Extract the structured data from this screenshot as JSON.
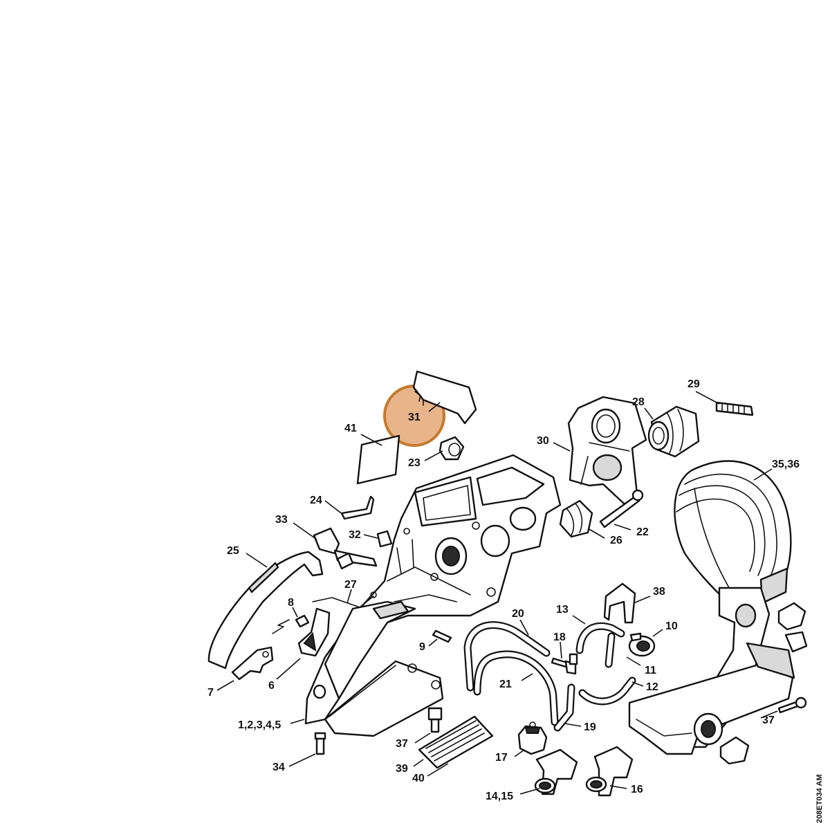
{
  "highlight": {
    "part": "31",
    "color": "#c47a2e",
    "fill": "#e8b48a"
  },
  "labels": {
    "l41": "41",
    "l31": "31",
    "l23": "23",
    "l24": "24",
    "l33": "33",
    "l32": "32",
    "l25": "25",
    "l27": "27",
    "l8": "8",
    "l6": "6",
    "l7": "7",
    "l9": "9",
    "l1_5": "1,2,3,4,5",
    "l34": "34",
    "l37a": "37",
    "l39": "39",
    "l40": "40",
    "l30": "30",
    "l28": "28",
    "l29": "29",
    "l26": "26",
    "l22": "22",
    "l35_36": "35,36",
    "l20": "20",
    "l13": "13",
    "l18": "18",
    "l10": "10",
    "l11": "11",
    "l12": "12",
    "l21": "21",
    "l19": "19",
    "l38": "38",
    "l17": "17",
    "l14_15": "14,15",
    "l16": "16",
    "l37b": "37"
  },
  "drawing_code": "208ET034 AM"
}
